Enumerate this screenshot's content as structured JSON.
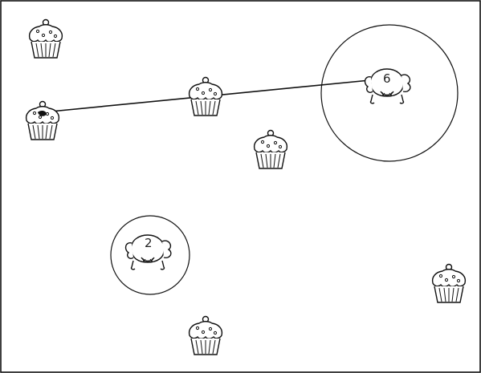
{
  "game": {
    "title": "",
    "creatures": [
      {
        "id": "monster-a",
        "number": "6"
      },
      {
        "id": "monster-b",
        "number": "2"
      }
    ],
    "cupcakes": [
      {
        "id": "cupcake-1",
        "bitten": false
      },
      {
        "id": "cupcake-2",
        "bitten": true
      },
      {
        "id": "cupcake-3",
        "bitten": false
      },
      {
        "id": "cupcake-4",
        "bitten": false
      },
      {
        "id": "cupcake-5",
        "bitten": false
      },
      {
        "id": "cupcake-6",
        "bitten": false
      }
    ]
  },
  "icons": {
    "cupcake": "cupcake-icon",
    "monster": "monster-icon"
  },
  "colors": {
    "ink": "#111111",
    "paper": "#ffffff"
  }
}
